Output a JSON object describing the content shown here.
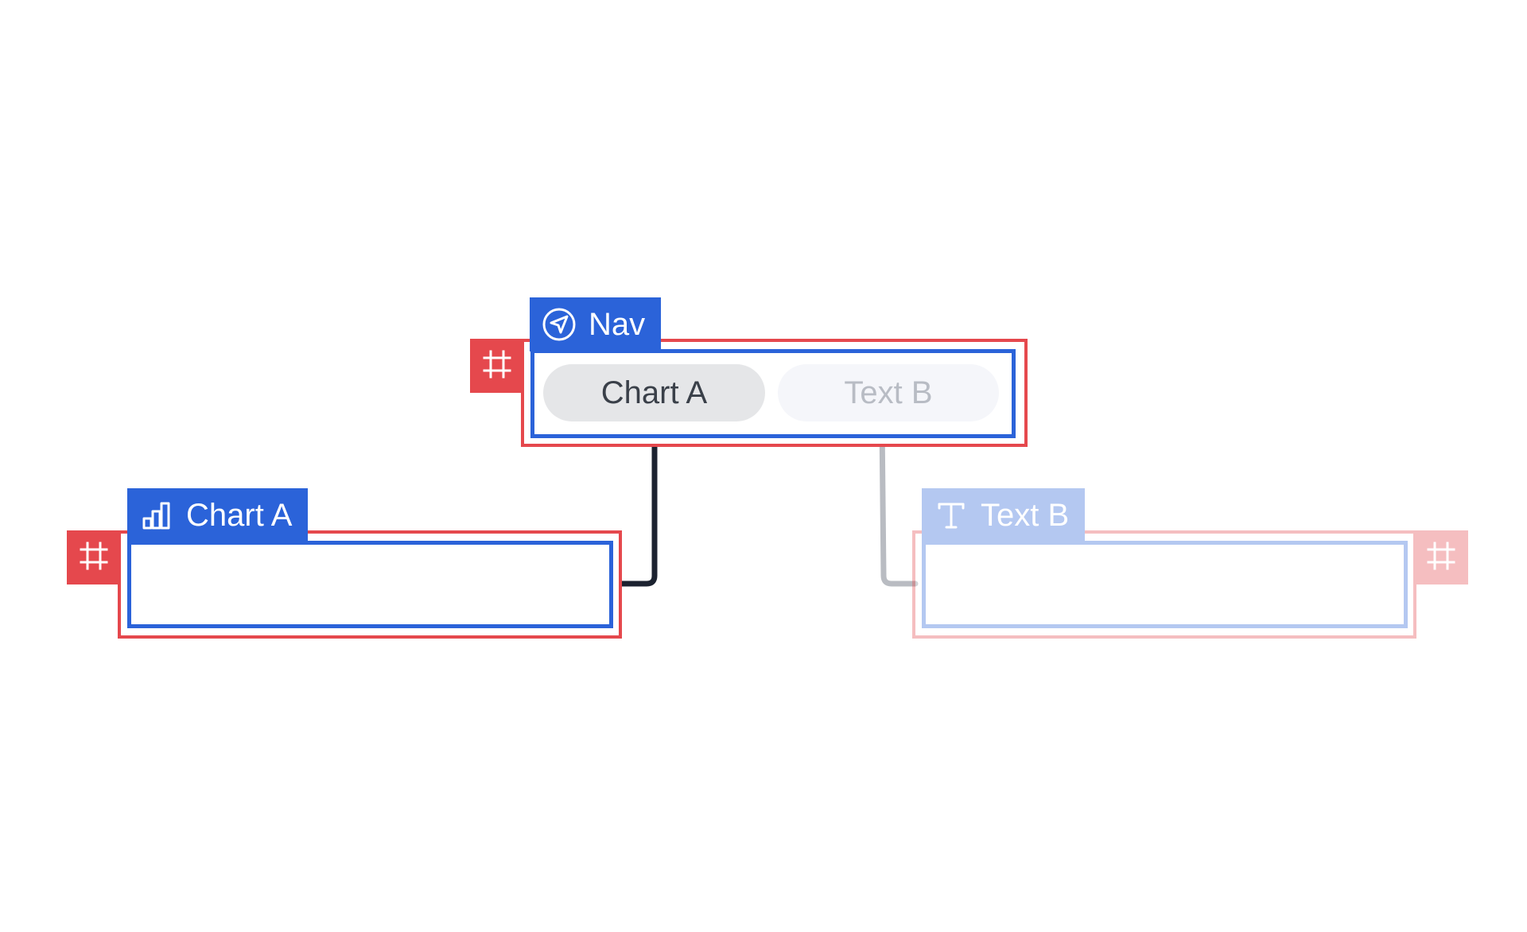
{
  "nodes": {
    "nav": {
      "label": "Nav",
      "icon": "send-arrow-icon",
      "tabs": [
        {
          "label": "Chart A",
          "state": "active"
        },
        {
          "label": "Text B",
          "state": "inactive"
        }
      ]
    },
    "chart_a": {
      "label": "Chart A",
      "icon": "bar-chart-icon",
      "state": "active"
    },
    "text_b": {
      "label": "Text B",
      "icon": "text-type-icon",
      "state": "inactive"
    }
  },
  "icons": {
    "frame_handle": "frame-grid-icon"
  },
  "colors": {
    "frame_outline": "#e5484d",
    "component_outline": "#2b63d9",
    "active_connector": "#1c2230",
    "inactive_connector": "#b9bcc2",
    "active_pill": "#e5e6e8",
    "inactive_pill": "#f5f6fa"
  }
}
